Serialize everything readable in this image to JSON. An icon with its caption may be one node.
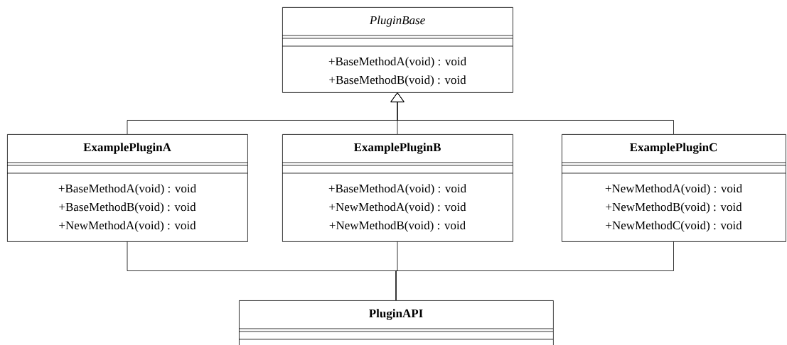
{
  "diagram": {
    "nodes": [
      {
        "text": [
          "*PluginBase*",
          "+BaseMethodA(void) : void",
          "+BaseMethodB(void) : void"
        ]
      },
      {
        "text": [
          "**ExamplePluginA**",
          "+BaseMethodA(void) : void",
          "+BaseMethodB(void) : void",
          "+NewMethodA(void) : void"
        ]
      },
      {
        "text": [
          "**ExamplePluginB**",
          "+BaseMethodA(void) : void",
          "+NewMethodA(void) : void",
          "+NewMethodB(void) : void"
        ]
      },
      {
        "text": [
          "**ExamplePluginC**",
          "+NewMethodA(void) : void",
          "+NewMethodB(void) : void",
          "+NewMethodC(void) : void"
        ]
      },
      {
        "text": [
          "**PluginAPI**"
        ]
      }
    ],
    "edges": [
      {
        "from": 1,
        "to": 0,
        "arrow": "to"
      },
      {
        "from": 2,
        "to": 0,
        "arrow": "to"
      },
      {
        "from": 3,
        "to": 0,
        "arrow": "to"
      },
      {
        "from": 1,
        "to": 4,
        "arrow": "none"
      },
      {
        "from": 2,
        "to": 4,
        "arrow": "none"
      },
      {
        "from": 3,
        "to": 4,
        "arrow": "none"
      }
    ]
  }
}
